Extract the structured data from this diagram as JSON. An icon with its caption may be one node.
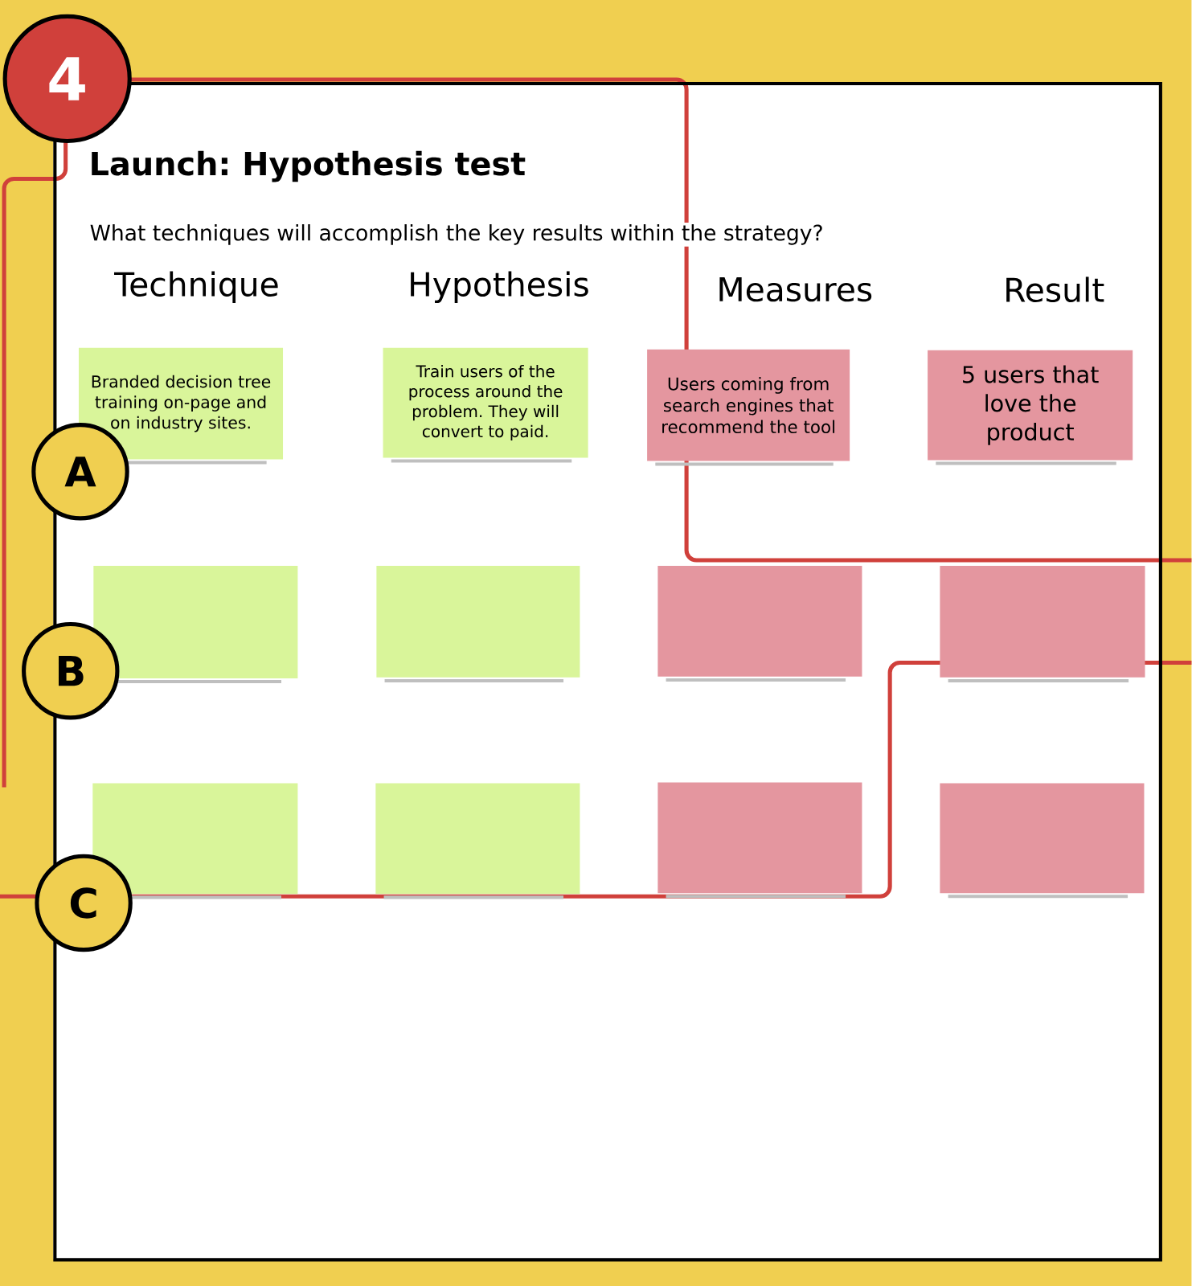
{
  "diagram": {
    "nodes": [
      {
        "text": [
          "4"
        ]
      },
      {
        "text": [
          "Launch: Hypothesis test",
          "What techniques will accomplish the key results within the strategy?"
        ]
      },
      {
        "text": [
          "Branded decision tree training on-page and on industry sites."
        ],
        "in": 1
      },
      {
        "text": [
          "Train users of the process around the problem. They will convert to paid."
        ],
        "in": 1
      },
      {
        "text": [
          "Users coming from search engines that recommend the tool"
        ],
        "in": 1
      },
      {
        "text": [
          "5 users that love the product"
        ],
        "in": 1
      },
      {
        "text": [],
        "shape": "box",
        "in": 1
      },
      {
        "text": [],
        "shape": "box",
        "in": 1
      },
      {
        "text": [],
        "shape": "box",
        "in": 1
      },
      {
        "text": [],
        "shape": "box",
        "in": 1
      },
      {
        "text": [],
        "shape": "box",
        "in": 1
      },
      {
        "text": [],
        "shape": "box",
        "in": 1
      },
      {
        "text": [],
        "shape": "box",
        "in": 1
      },
      {
        "text": [],
        "shape": "box",
        "in": 1
      },
      {
        "text": [
          "A"
        ]
      },
      {
        "text": [
          "B"
        ]
      },
      {
        "text": [
          "C"
        ]
      }
    ],
    "labels": [
      "Technique",
      "Hypothesis",
      "Measures",
      "Result"
    ]
  }
}
